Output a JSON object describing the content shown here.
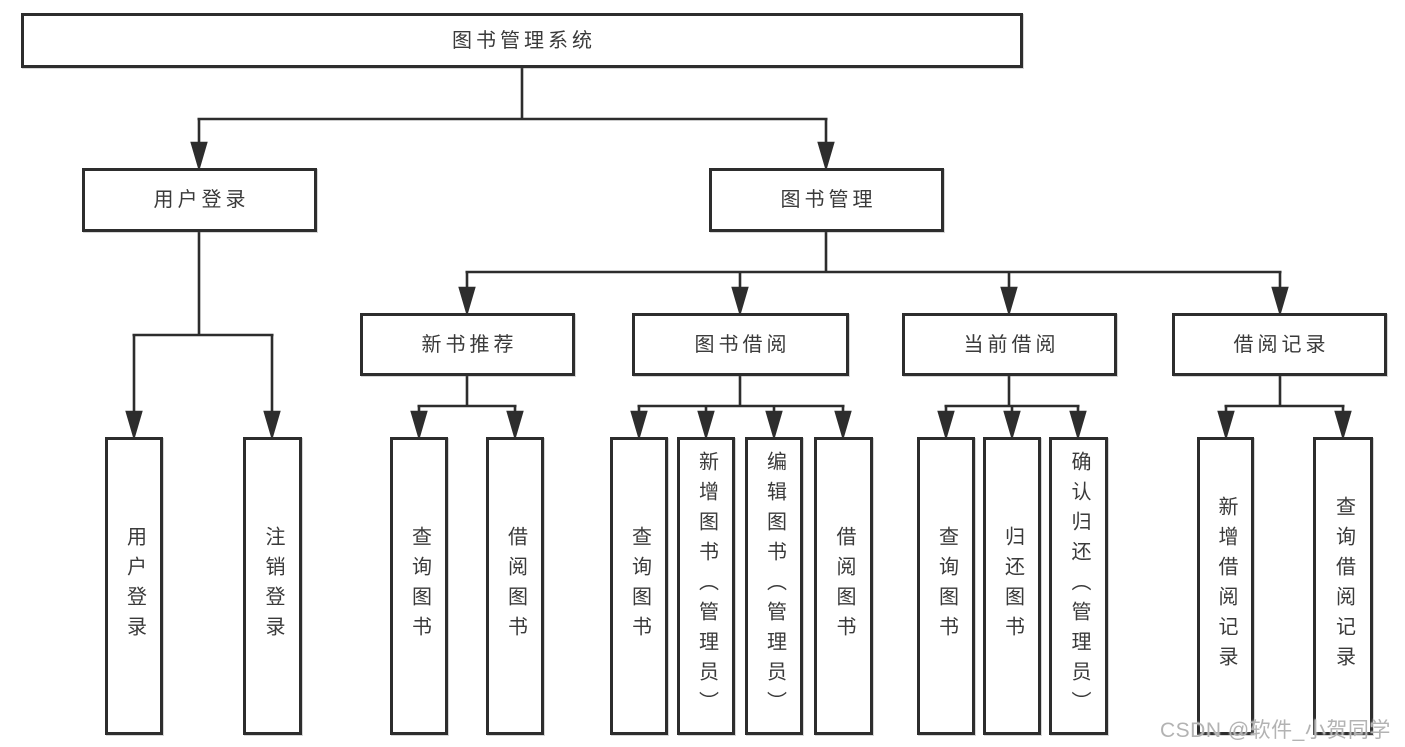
{
  "tree": {
    "root": "图书管理系统",
    "children": [
      {
        "label": "用户登录",
        "children": [
          "用户登录",
          "注销登录"
        ]
      },
      {
        "label": "图书管理",
        "children": [
          {
            "label": "新书推荐",
            "children": [
              "查询图书",
              "借阅图书"
            ]
          },
          {
            "label": "图书借阅",
            "children": [
              "查询图书",
              "新增图书（管理员）",
              "编辑图书（管理员）",
              "借阅图书"
            ]
          },
          {
            "label": "当前借阅",
            "children": [
              "查询图书",
              "归还图书",
              "确认归还（管理员）"
            ]
          },
          {
            "label": "借阅记录",
            "children": [
              "新增借阅记录",
              "查询借阅记录"
            ]
          }
        ]
      }
    ]
  },
  "watermark": "CSDN @软件_小贺同学",
  "colors": {
    "line": "#2d2d2d",
    "border": "#2d2d2d",
    "text": "#3a3a3a",
    "watermark": "#b3b3b3",
    "background": "#ffffff"
  }
}
